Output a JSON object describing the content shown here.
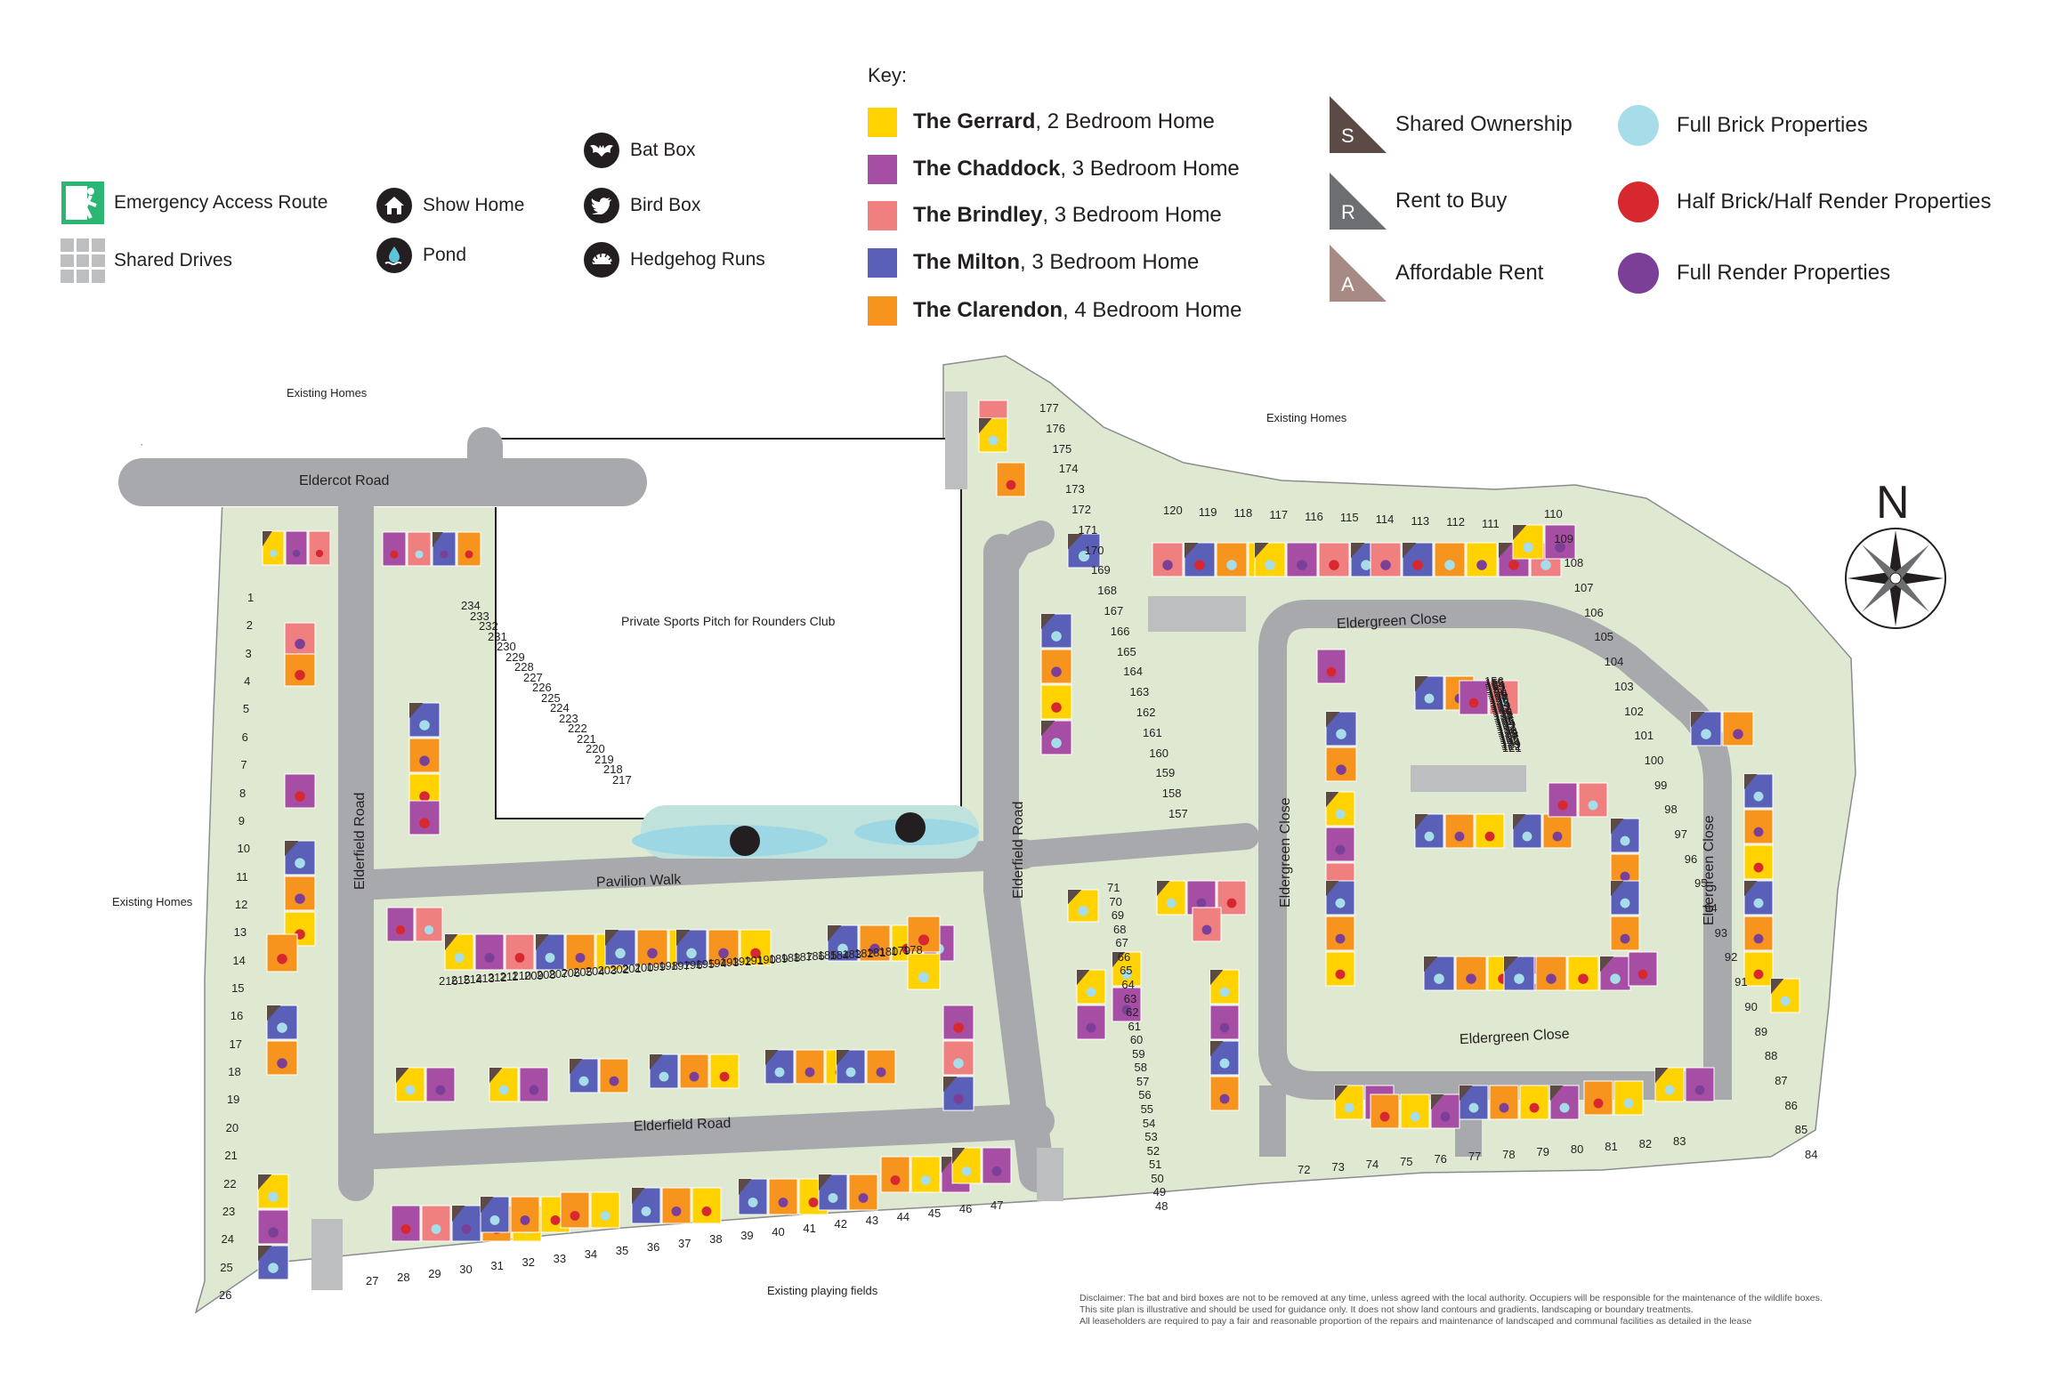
{
  "key": {
    "title": "Key:",
    "house_types": [
      {
        "name": "The Gerrard",
        "desc": ", 2 Bedroom Home",
        "color": "#ffd200"
      },
      {
        "name": "The Chaddock",
        "desc": ", 3 Bedroom Home",
        "color": "#a54ea3"
      },
      {
        "name": "The Brindley",
        "desc": ", 3 Bedroom Home",
        "color": "#f08080"
      },
      {
        "name": "The Milton",
        "desc": ", 3 Bedroom Home",
        "color": "#5a5fb8"
      },
      {
        "name": "The Clarendon",
        "desc": ", 4 Bedroom Home",
        "color": "#f7941d"
      }
    ],
    "features": [
      {
        "label": "Emergency Access Route",
        "icon": "emergency-exit-icon"
      },
      {
        "label": "Shared Drives",
        "icon": "shared-drives-icon"
      },
      {
        "label": "Show Home",
        "icon": "house-icon"
      },
      {
        "label": "Pond",
        "icon": "water-drop-icon"
      },
      {
        "label": "Bat Box",
        "icon": "bat-icon"
      },
      {
        "label": "Bird Box",
        "icon": "bird-icon"
      },
      {
        "label": "Hedgehog Runs",
        "icon": "hedgehog-icon"
      }
    ],
    "tenures": [
      {
        "letter": "S",
        "label": "Shared Ownership",
        "color": "#5b4a45"
      },
      {
        "letter": "R",
        "label": "Rent to Buy",
        "color": "#6d6e71"
      },
      {
        "letter": "A",
        "label": "Affordable Rent",
        "color": "#a88a85"
      }
    ],
    "materials": [
      {
        "label": "Full Brick Properties",
        "color": "#a6dde8"
      },
      {
        "label": "Half Brick/Half Render Properties",
        "color": "#d7282f"
      },
      {
        "label": "Full Render Properties",
        "color": "#7b3f98"
      }
    ]
  },
  "map": {
    "north_label": "N",
    "areas": {
      "existing_homes_nw": "Existing Homes",
      "existing_homes_ne": "Existing Homes",
      "existing_homes_w": "Existing Homes",
      "existing_fields": "Existing playing fields",
      "sports_pitch": "Private Sports Pitch for Rounders Club"
    },
    "streets": {
      "eldercot": "Eldercot Road",
      "elderfield_west": "Elderfield Road",
      "elderfield_mid": "Elderfield Road",
      "elderfield_south": "Elderfield Road",
      "pavilion": "Pavilion Walk",
      "eldergreen_north": "Eldergreen Close",
      "eldergreen_west": "Eldergreen Close",
      "eldergreen_east": "Eldergreen Close",
      "eldergreen_south": "Eldergreen Close"
    },
    "plot_numbers": {
      "w_col": [
        "1",
        "2",
        "3",
        "4",
        "5",
        "6",
        "7",
        "8",
        "9",
        "10",
        "11",
        "12",
        "13",
        "14",
        "15",
        "16",
        "17",
        "18",
        "19",
        "20",
        "21",
        "22",
        "23",
        "24",
        "25",
        "26"
      ],
      "south_row": [
        "27",
        "28",
        "29",
        "30",
        "31",
        "32",
        "33",
        "34",
        "35",
        "36",
        "37",
        "38",
        "39",
        "40",
        "41",
        "42",
        "43",
        "44",
        "45",
        "46",
        "47"
      ],
      "se_block": [
        "48",
        "49",
        "50",
        "51",
        "52",
        "53",
        "54",
        "55",
        "56",
        "57",
        "58",
        "59",
        "60",
        "61",
        "62",
        "63",
        "64",
        "65",
        "66",
        "67",
        "68",
        "69",
        "70",
        "71"
      ],
      "eldergreen_south": [
        "72",
        "73",
        "74",
        "75",
        "76",
        "77",
        "78",
        "79",
        "80",
        "81",
        "82",
        "83"
      ],
      "east_col": [
        "84",
        "85",
        "86",
        "87",
        "88",
        "89",
        "90",
        "91",
        "92",
        "93",
        "94",
        "95",
        "96",
        "97",
        "98",
        "99",
        "100",
        "101",
        "102",
        "103",
        "104",
        "105",
        "106",
        "107",
        "108",
        "109",
        "110"
      ],
      "north_row": [
        "111",
        "112",
        "113",
        "114",
        "115",
        "116",
        "117",
        "118",
        "119",
        "120"
      ],
      "inner_ring": [
        "121",
        "122",
        "123",
        "124",
        "125",
        "126",
        "127",
        "128",
        "129",
        "130",
        "131",
        "132",
        "133",
        "134",
        "135",
        "136",
        "137",
        "138",
        "139",
        "140",
        "141",
        "142",
        "143",
        "144",
        "145",
        "146",
        "147",
        "148",
        "149",
        "150",
        "151",
        "152",
        "153",
        "154",
        "155",
        "156"
      ],
      "centre_north": [
        "157",
        "158",
        "159",
        "160",
        "161",
        "162",
        "163",
        "164",
        "165",
        "166",
        "167",
        "168",
        "169",
        "170",
        "171",
        "172",
        "173",
        "174",
        "175",
        "176",
        "177"
      ],
      "central_block": [
        "178",
        "179",
        "180",
        "181",
        "182",
        "183",
        "184",
        "185",
        "186",
        "187",
        "188",
        "189",
        "190",
        "191",
        "192",
        "193",
        "194",
        "195",
        "196",
        "197",
        "198",
        "199",
        "200",
        "201",
        "202",
        "203",
        "204",
        "205",
        "206",
        "207",
        "208",
        "209",
        "210",
        "211",
        "212",
        "213",
        "214",
        "215",
        "216"
      ],
      "nw_block": [
        "217",
        "218",
        "219",
        "220",
        "221",
        "222",
        "223",
        "224",
        "225",
        "226",
        "227",
        "228",
        "229",
        "230",
        "231",
        "232",
        "233",
        "234"
      ]
    }
  },
  "disclaimer": [
    "Disclaimer: The bat and bird boxes are not to be removed at any time, unless agreed with the local authority. Occupiers will be responsible for the maintenance of the wildlife boxes.",
    "This site plan is illustrative and should be used for guidance only. It does not show land contours and gradients, landscaping or boundary treatments.",
    "All leaseholders are required to pay a fair and reasonable proportion of the repairs and maintenance of landscaped and communal facilities as detailed in the lease"
  ]
}
